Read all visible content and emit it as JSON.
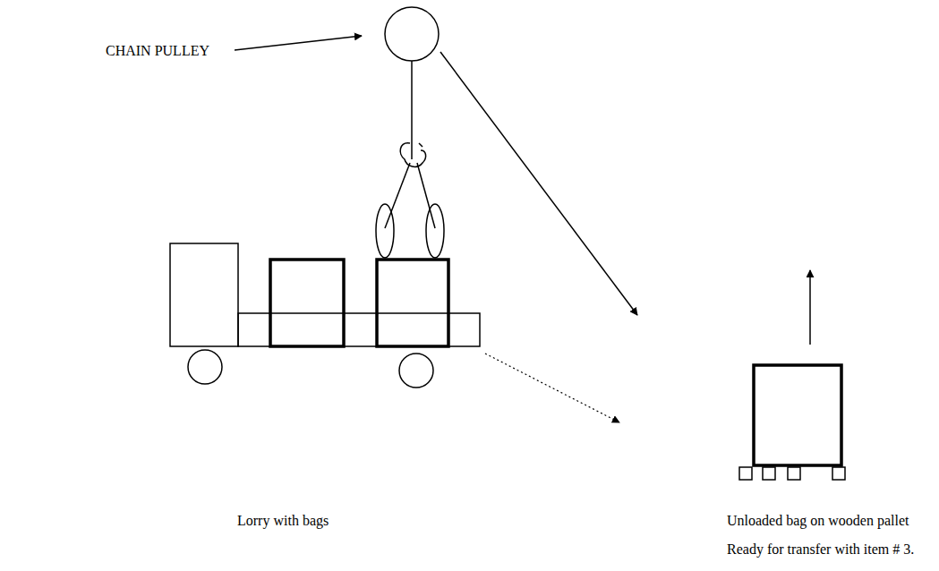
{
  "diagram": {
    "labels": [
      "CHAIN PULLEY",
      "Lorry with bags",
      "Unloaded bag on wooden pallet",
      "Ready for transfer with item # 3."
    ]
  }
}
